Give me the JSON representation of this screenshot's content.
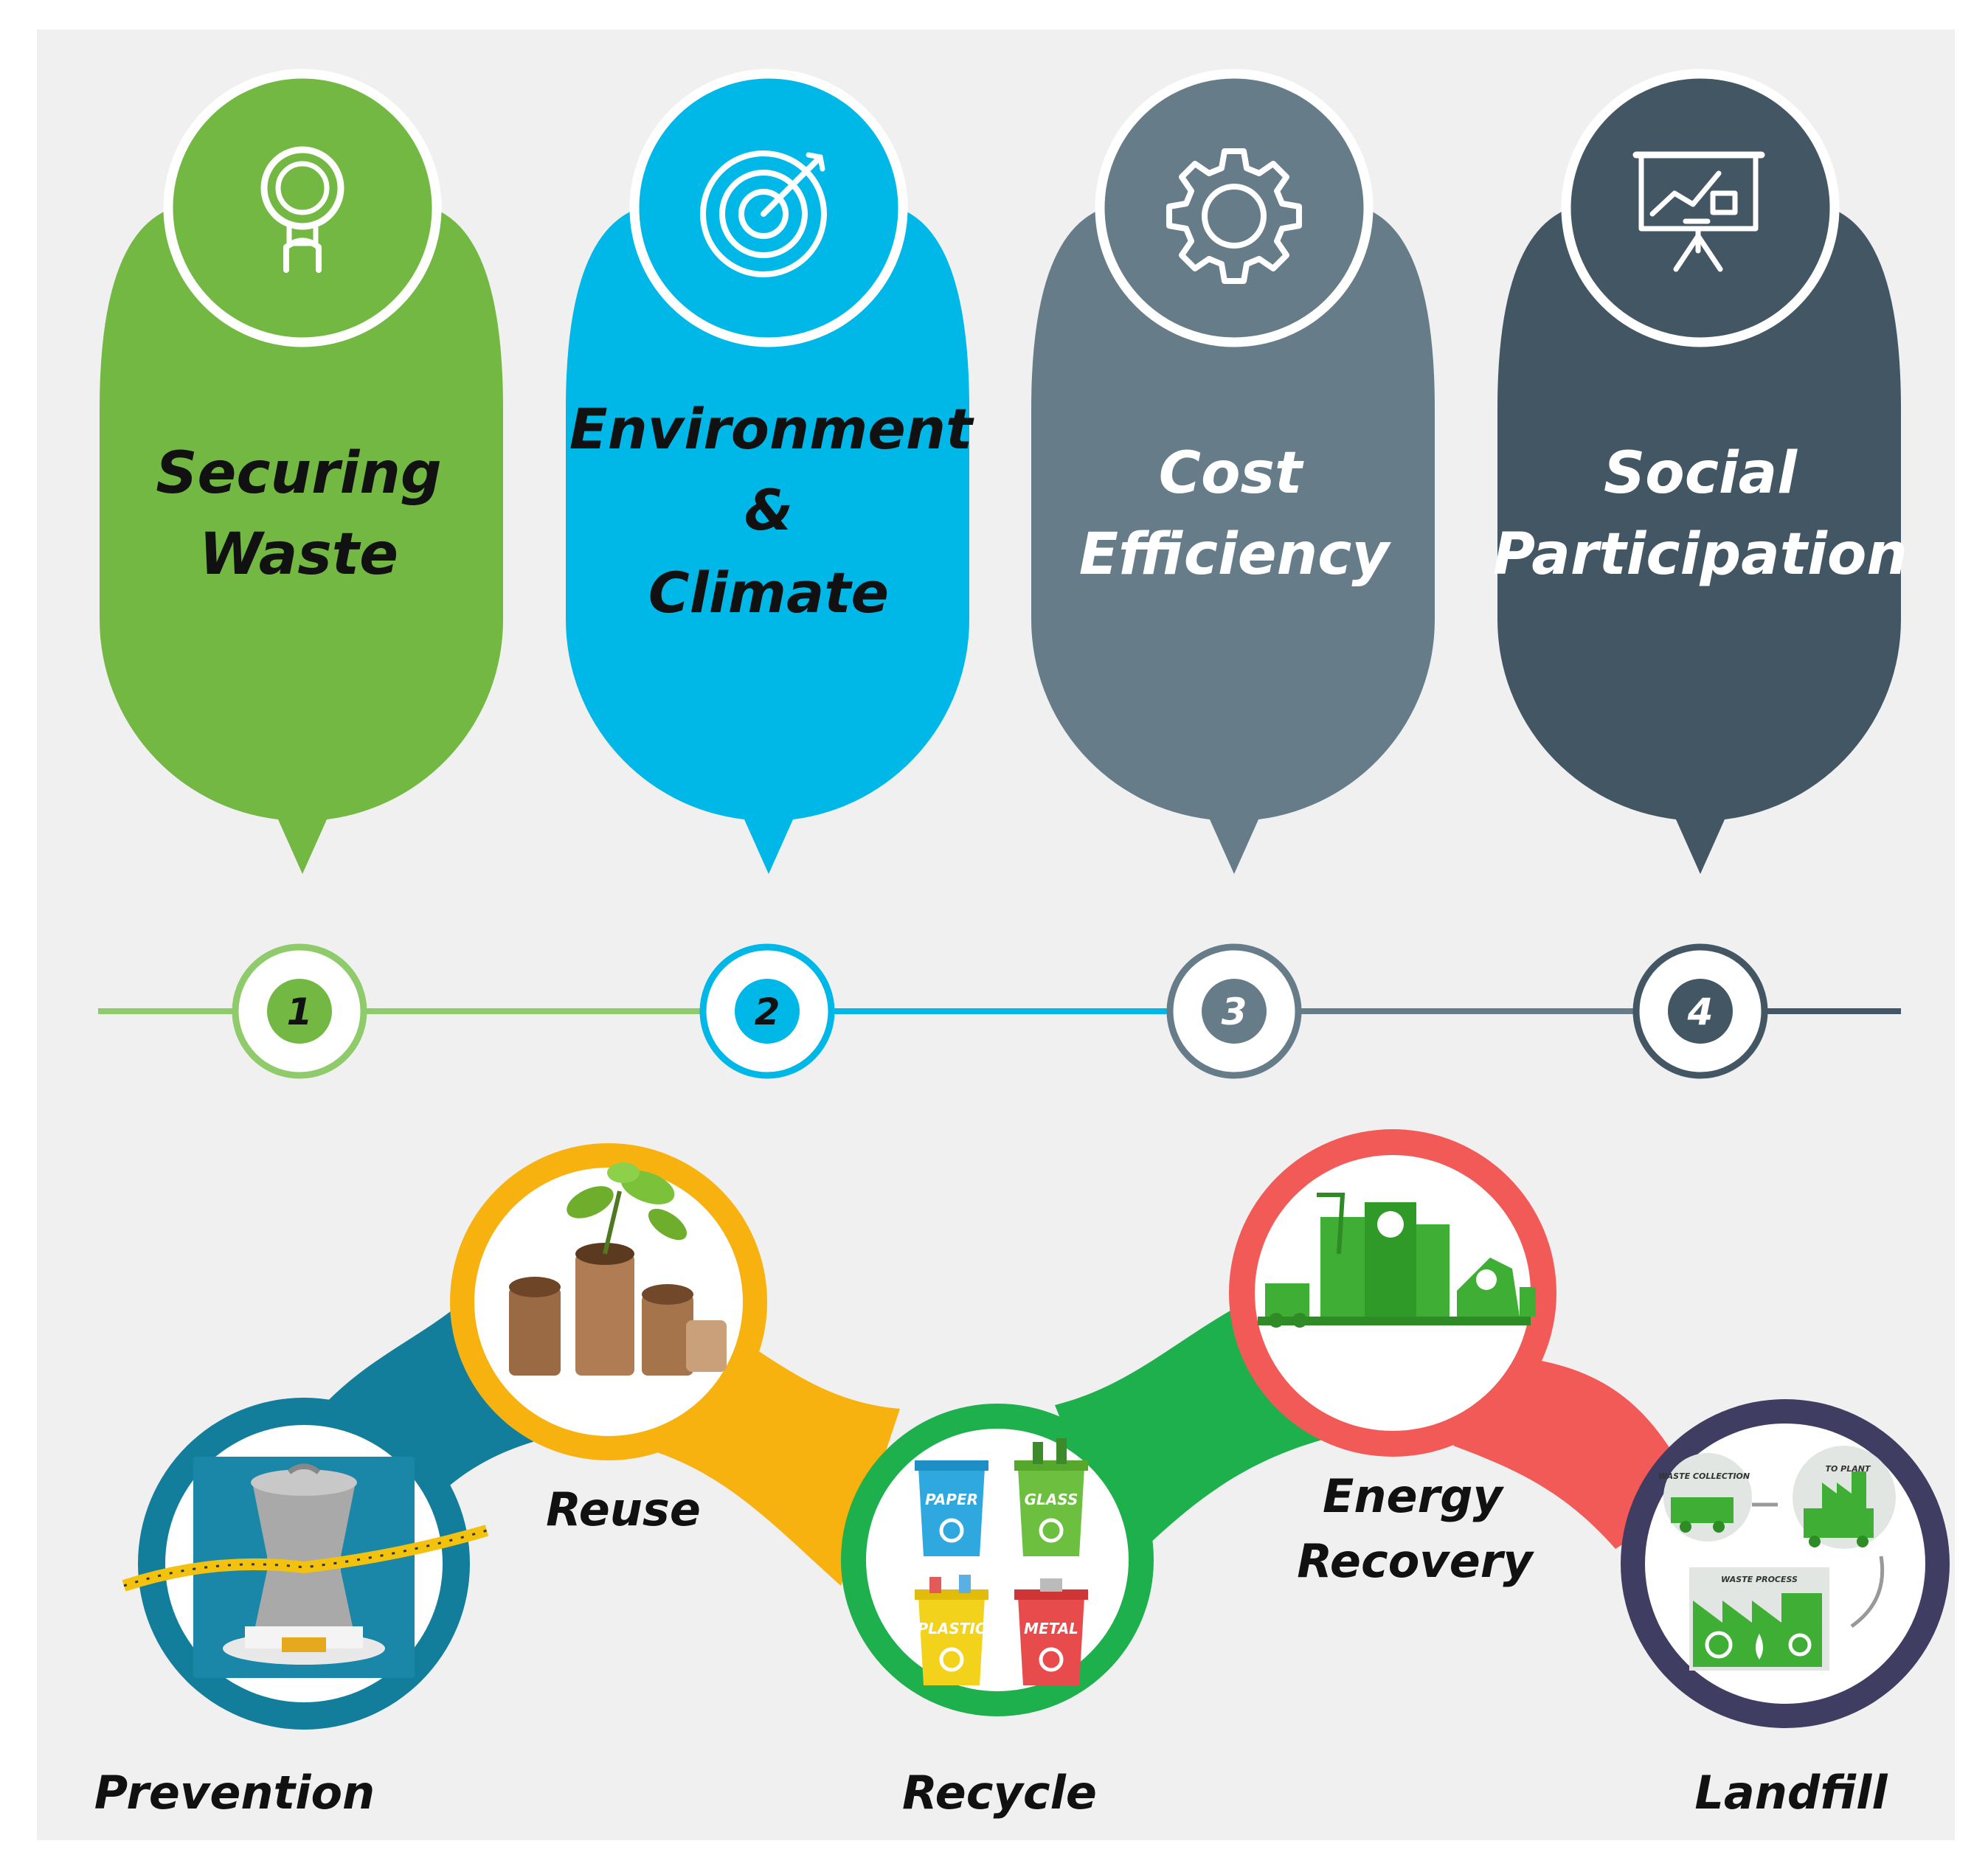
{
  "colors": {
    "green": "#72b843",
    "blue": "#00b8e8",
    "slate": "#667d89",
    "dark_slate": "#435663",
    "teal": "#127e9c",
    "orange": "#f8b210",
    "bright_green": "#1db04c",
    "red": "#f25a57",
    "navy": "#3f3d61",
    "background": "#f0f0f0"
  },
  "pillars": [
    {
      "lines": [
        "Securing",
        "Waste"
      ],
      "number": "1",
      "icon": "person-icon"
    },
    {
      "lines": [
        "Environment",
        "&",
        "Climate"
      ],
      "number": "2",
      "icon": "target-icon"
    },
    {
      "lines": [
        "Cost",
        "Efficiency"
      ],
      "number": "3",
      "icon": "gear-icon"
    },
    {
      "lines": [
        "Social",
        "Participation"
      ],
      "number": "4",
      "icon": "presentation-board-icon"
    }
  ],
  "hierarchy": [
    {
      "label": "Prevention",
      "picture": "compressed-trash-can-icon"
    },
    {
      "label": "Reuse",
      "picture": "cardboard-tube-planter-icon"
    },
    {
      "label": "Recycle",
      "picture": "recycling-bins-icon"
    },
    {
      "label": "Energy Recovery",
      "lines": [
        "Energy",
        "Recovery"
      ],
      "picture": "waste-to-energy-plant-icon"
    },
    {
      "label": "Landfill",
      "picture": "waste-process-cycle-icon"
    }
  ],
  "bin_labels": [
    "PAPER",
    "GLASS",
    "PLASTIC",
    "METAL"
  ],
  "process_labels": [
    "WASTE COLLECTION",
    "TO PLANT",
    "WASTE PROCESS"
  ]
}
